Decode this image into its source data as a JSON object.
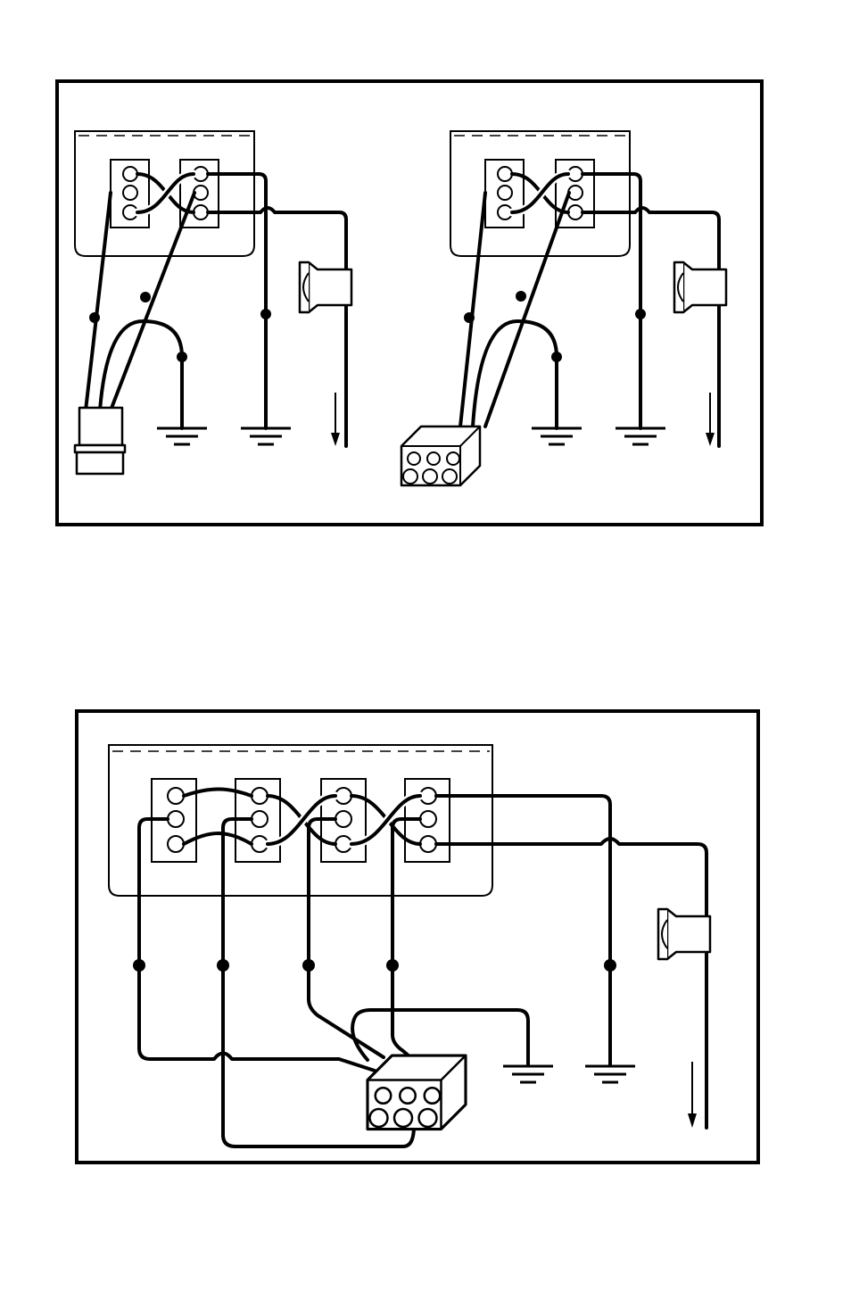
{
  "figure": {
    "panels": [
      {
        "name": "top-left-two-block-round-plug",
        "terminal_blocks": 2,
        "terminals_per_block": 3,
        "connector": "round-plug",
        "ground_symbols": 2,
        "has_sensor": true,
        "has_flow_arrow": true
      },
      {
        "name": "top-right-two-block-six-pin",
        "terminal_blocks": 2,
        "terminals_per_block": 3,
        "connector": "six-pin-connector",
        "ground_symbols": 2,
        "has_sensor": true,
        "has_flow_arrow": true
      },
      {
        "name": "bottom-four-block-six-pin",
        "terminal_blocks": 4,
        "terminals_per_block": 3,
        "connector": "six-pin-connector",
        "ground_symbols": 2,
        "has_sensor": true,
        "has_flow_arrow": true
      }
    ],
    "colors": {
      "line": "#000000",
      "background": "#ffffff"
    }
  }
}
